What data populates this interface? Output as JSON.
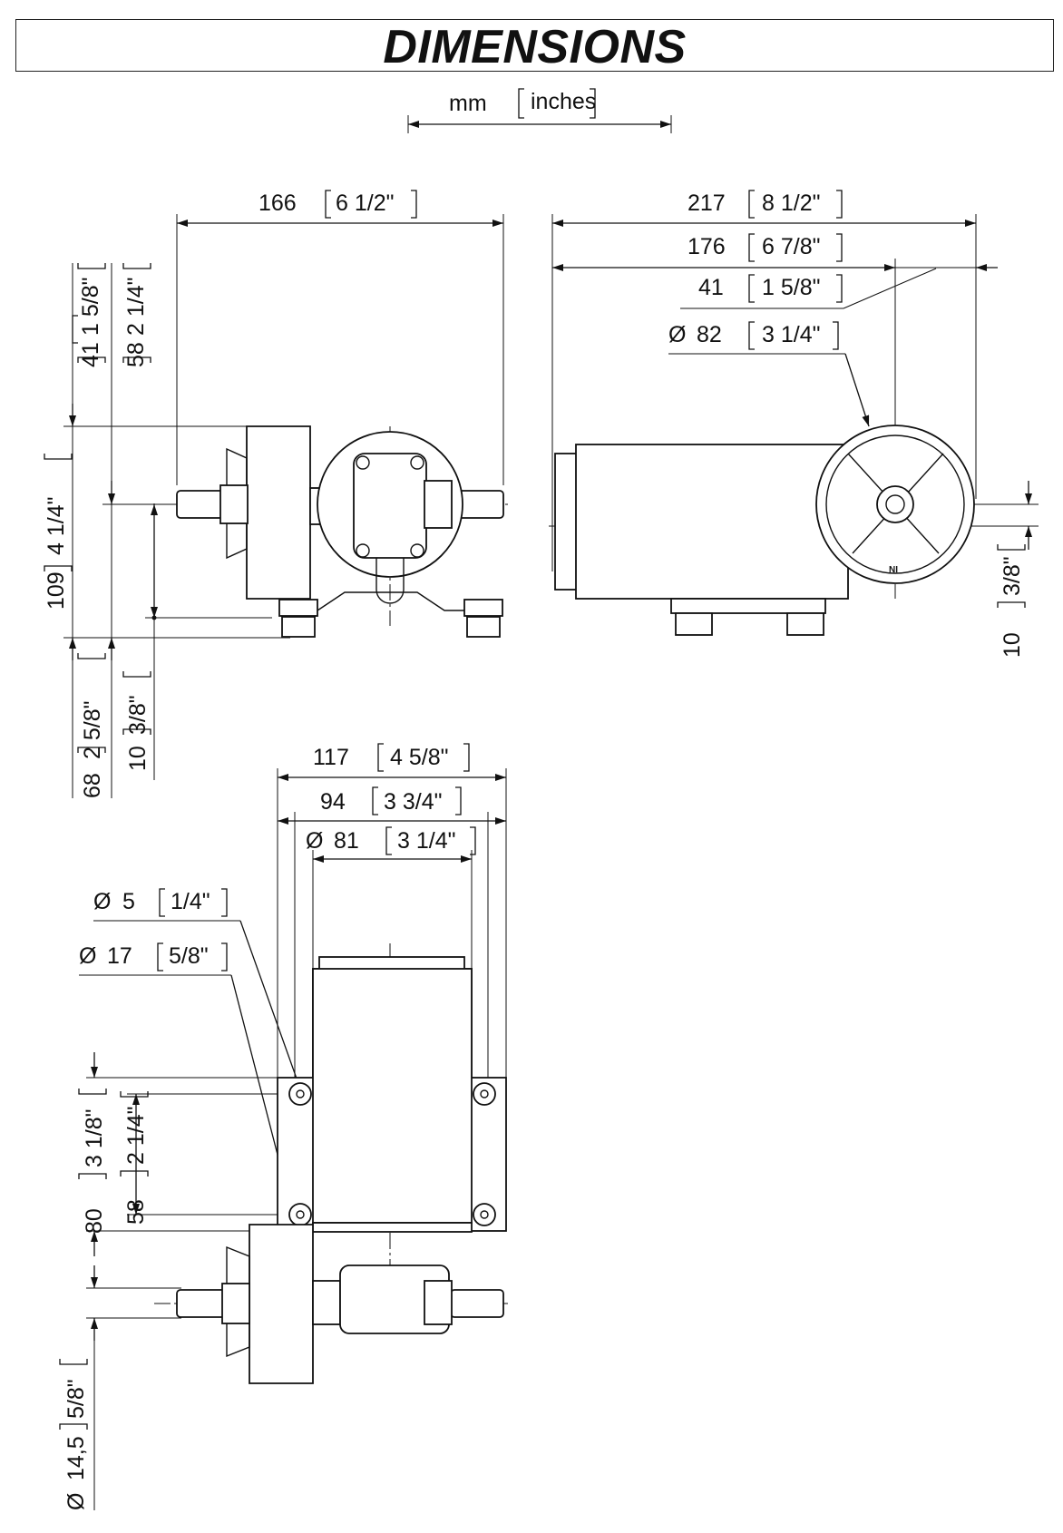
{
  "title": "DIMENSIONS",
  "units": {
    "primary": "mm",
    "secondary": "inches"
  },
  "side_view": {
    "width_overall": {
      "mm": "166",
      "in": "6 1/2\""
    },
    "height_inlet_top": {
      "mm": "41",
      "in": "1 5/8\""
    },
    "height_outlet": {
      "mm": "58",
      "in": "2 1/4\""
    },
    "height_total": {
      "mm": "109",
      "in": "4 1/4\""
    },
    "foot_height": {
      "mm": "10",
      "in": "3/8\""
    },
    "base_to_center": {
      "mm": "68",
      "in": "2 5/8\""
    }
  },
  "end_view": {
    "length_overall": {
      "mm": "217",
      "in": "8 1/2\""
    },
    "length_body": {
      "mm": "176",
      "in": "6 7/8\""
    },
    "offset": {
      "mm": "41",
      "in": "1 5/8\""
    },
    "diameter_motor": {
      "prefix": "Ø",
      "mm": "82",
      "in": "3 1/4\""
    },
    "foot_height": {
      "mm": "10",
      "in": "3/8\""
    }
  },
  "top_view": {
    "base_width": {
      "mm": "117",
      "in": "4 5/8\""
    },
    "hole_spacing": {
      "mm": "94",
      "in": "3 3/4\""
    },
    "diameter_body": {
      "prefix": "Ø",
      "mm": "81",
      "in": "3 1/4\""
    },
    "hole_diameter": {
      "prefix": "Ø",
      "mm": "5",
      "in": "1/4\""
    },
    "foot_diameter": {
      "prefix": "Ø",
      "mm": "17",
      "in": "5/8\""
    },
    "base_depth": {
      "mm": "80",
      "in": "3 1/8\""
    },
    "hole_depth": {
      "mm": "58",
      "in": "2 1/4\""
    },
    "hose_diameter": {
      "prefix": "Ø",
      "mm": "14,5",
      "in": "5/8\""
    }
  },
  "marking": "NI"
}
